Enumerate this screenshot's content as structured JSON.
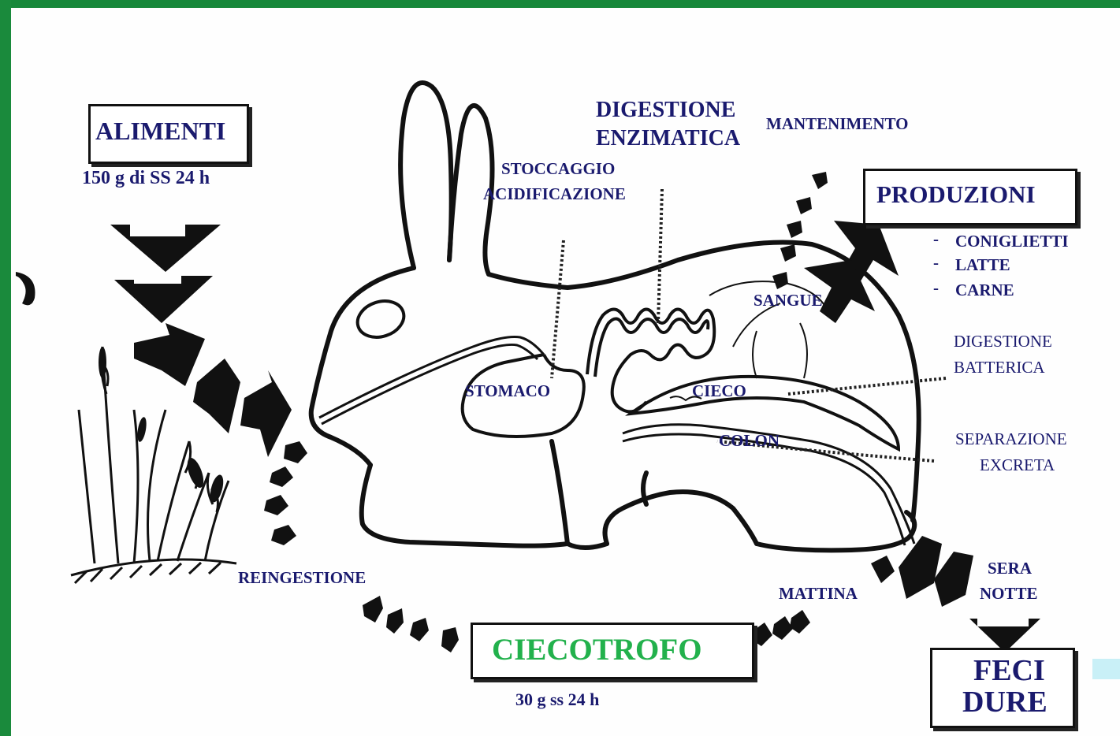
{
  "inputs": {
    "title": "ALIMENTI",
    "amount": "150 g di SS 24 h"
  },
  "outputs": {
    "title": "PRODUZIONI",
    "items": [
      "CONIGLIETTI",
      "LATTE",
      "CARNE"
    ]
  },
  "process_labels": {
    "digestion_enzymatic": [
      "DIGESTIONE",
      "ENZIMATICA"
    ],
    "maintenance": "MANTENIMENTO",
    "storage": [
      "STOCCAGGIO",
      "ACIDIFICAZIONE"
    ],
    "blood": "SANGUE",
    "digestion_bacterial": [
      "DIGESTIONE",
      "BATTERICA"
    ],
    "separation": [
      "SEPARAZIONE",
      "EXCRETA"
    ],
    "reingestion": "REINGESTIONE",
    "morning": "MATTINA",
    "evening": [
      "SERA",
      "NOTTE"
    ]
  },
  "organs": {
    "stomach": "STOMACO",
    "cecum": "CIECO",
    "colon": "COLON"
  },
  "cecotrophs": {
    "title": "CIECOTROFO",
    "amount": "30 g  ss 24 h",
    "title_color": "#22b14c"
  },
  "hard_feces": {
    "title": [
      "FECI",
      "DURE"
    ]
  },
  "colors": {
    "label_text": "#1a1a6e",
    "background_border": "#0d7a2e"
  }
}
